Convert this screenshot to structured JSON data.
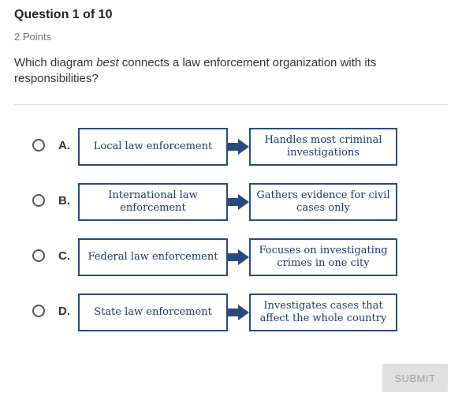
{
  "question": {
    "title": "Question 1 of 10",
    "points": "2 Points",
    "prompt_before": "Which diagram ",
    "prompt_emphasis": "best",
    "prompt_after": " connects a law enforcement organization with its responsibilities?"
  },
  "options": [
    {
      "letter": "A.",
      "left": "Local law enforcement",
      "right": "Handles most criminal investigations"
    },
    {
      "letter": "B.",
      "left": "International law enforcement",
      "right": "Gathers evidence for civil cases only"
    },
    {
      "letter": "C.",
      "left": "Federal law enforcement",
      "right": "Focuses on investigating crimes in one city"
    },
    {
      "letter": "D.",
      "left": "State law enforcement",
      "right": "Investigates cases that affect the whole country"
    }
  ],
  "submit_label": "SUBMIT",
  "colors": {
    "diagram_border": "#2a4a7c",
    "diagram_text": "#1d3a66",
    "submit_bg": "#e0e0e0"
  }
}
